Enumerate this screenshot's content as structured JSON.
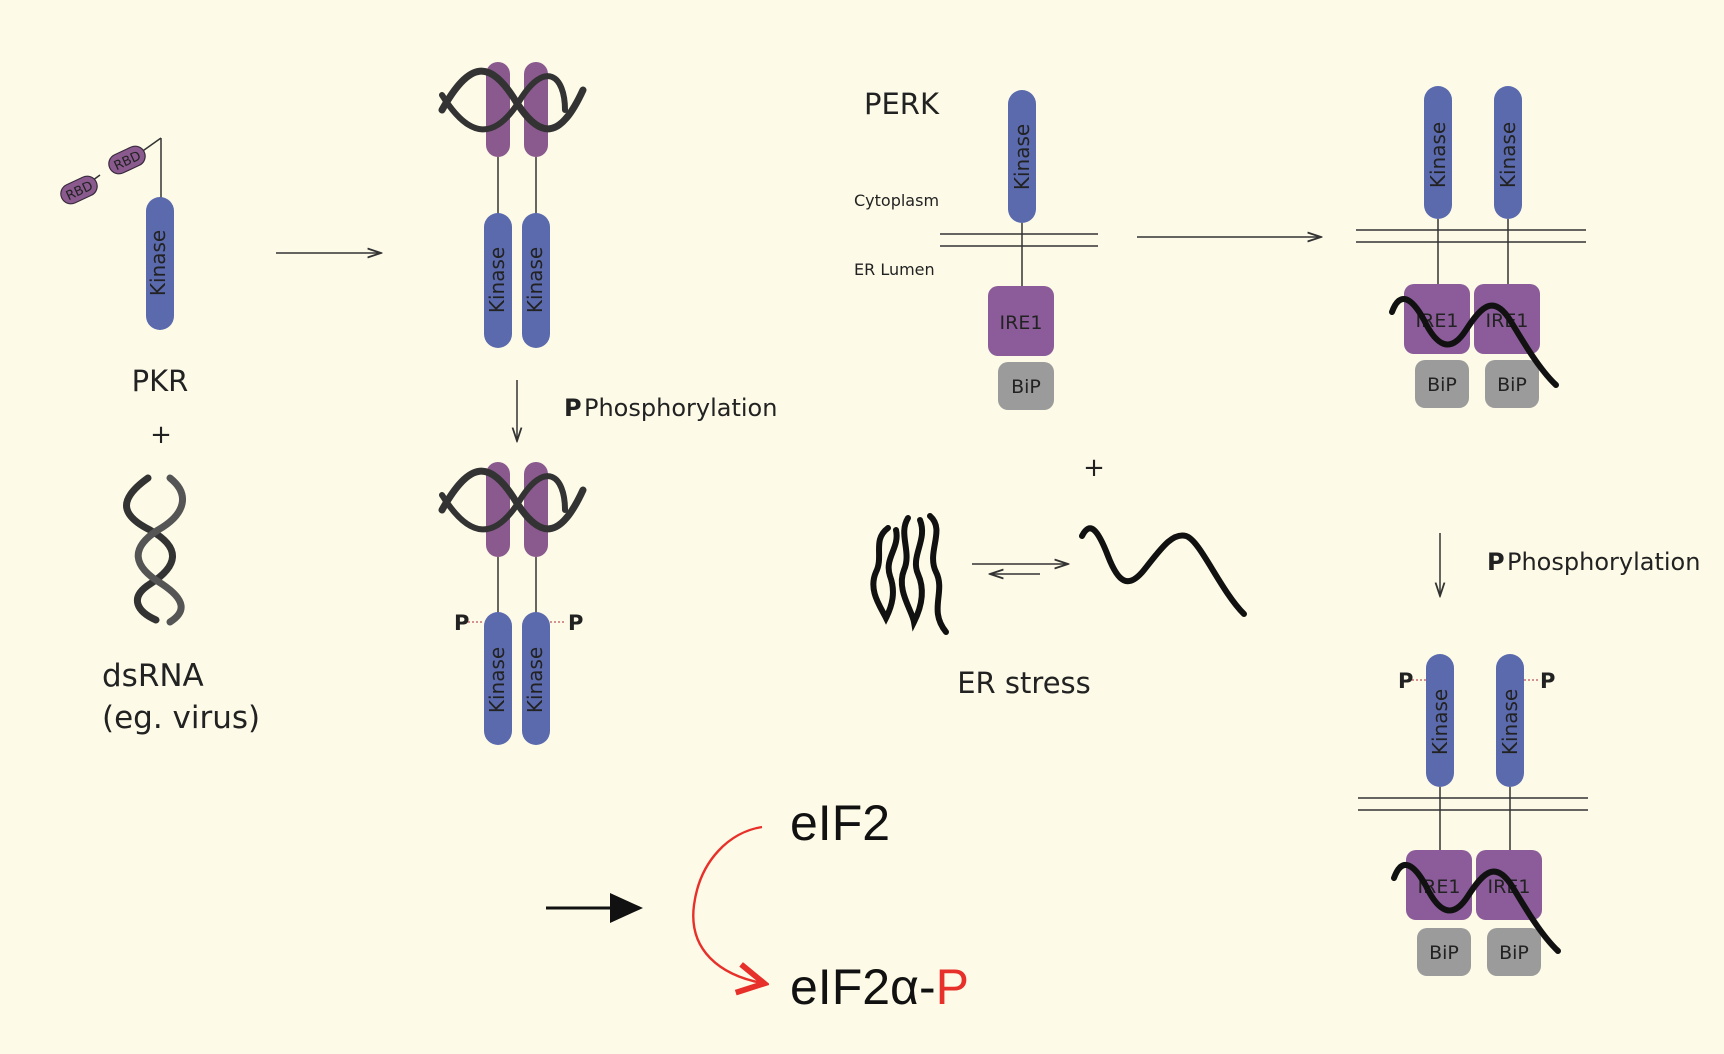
{
  "colors": {
    "background": "#fdfbe8",
    "kinase": "#5a6aad",
    "rbd": "#8a5a8e",
    "ire1": "#8b5c99",
    "bip": "#9b9b9b",
    "phospho": "#b0283a",
    "red_arrow": "#e8302a",
    "line": "#333333"
  },
  "labels": {
    "kinase": "Kinase",
    "rbd": "RBD",
    "pkr": "PKR",
    "plus": "+",
    "dsrna_line1": "dsRNA",
    "dsrna_line2": "(eg. virus)",
    "p": "P",
    "phosphorylation": "Phosphorylation",
    "perk": "PERK",
    "cytoplasm": "Cytoplasm",
    "er_lumen": "ER Lumen",
    "ire1": "IRE1",
    "bip": "BiP",
    "er_stress": "ER stress",
    "eif2": "eIF2",
    "eif2a_base": "eIF2α-",
    "eif2a_p": "P"
  },
  "icons": [
    "dsrna-helix-icon",
    "misfolded-protein-icon",
    "unfolded-protein-icon",
    "equilibrium-arrows-icon"
  ]
}
